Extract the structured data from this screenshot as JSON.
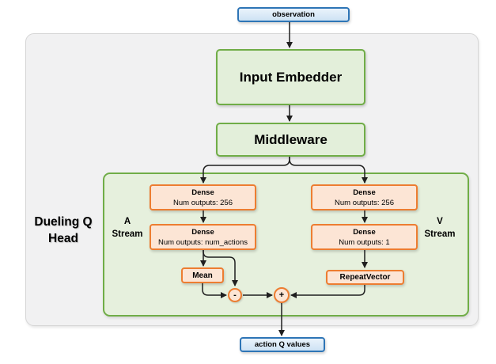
{
  "diagram": {
    "title_hint": "Dueling Q Head network block diagram",
    "io": {
      "input_label": "observation",
      "output_label": "action Q values"
    },
    "blocks": {
      "input_embedder": "Input Embedder",
      "middleware": "Middleware",
      "mean": "Mean",
      "repeat_vector": "RepeatVector"
    },
    "dense": {
      "a1": {
        "title": "Dense",
        "subtitle": "Num outputs: 256"
      },
      "a2": {
        "title": "Dense",
        "subtitle": "Num outputs: num_actions"
      },
      "v1": {
        "title": "Dense",
        "subtitle": "Num outputs: 256"
      },
      "v2": {
        "title": "Dense",
        "subtitle": "Num outputs: 1"
      }
    },
    "operators": {
      "subtract": "-",
      "add": "+"
    },
    "labels": {
      "dueling_head": {
        "line1": "Dueling Q",
        "line2": "Head"
      },
      "a_stream": {
        "line1": "A",
        "line2": "Stream"
      },
      "v_stream": {
        "line1": "V",
        "line2": "Stream"
      }
    }
  },
  "colors": {
    "blue_border": "#2E75B6",
    "blue_fill_top": "#EAF3FB",
    "blue_fill_bot": "#CDE2F4",
    "green_border": "#70AD47",
    "green_fill": "#E3EFDA",
    "green_panel_fill": "#E6F0DD",
    "orange_border": "#ED7D31",
    "orange_fill": "#FCE5D5",
    "gray_panel_fill": "#F1F1F2",
    "gray_panel_border": "#D6D6D6",
    "arrow": "#1F1F1F"
  }
}
